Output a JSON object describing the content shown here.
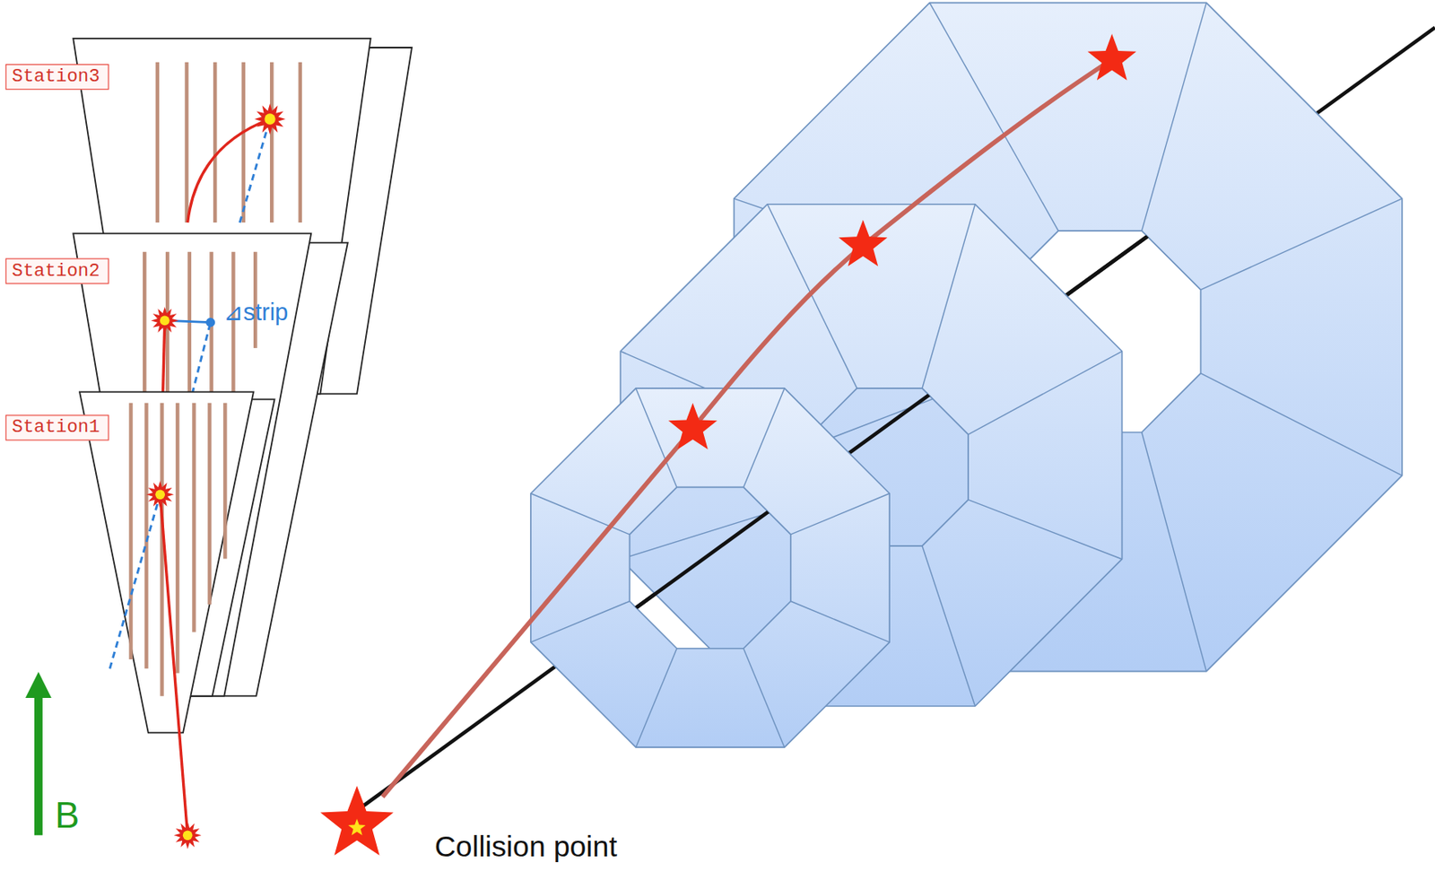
{
  "diagram": {
    "nodes": [
      {
        "text": [
          "Station3"
        ]
      },
      {
        "text": [
          "Station2"
        ]
      },
      {
        "text": [
          "Station1"
        ]
      }
    ],
    "labels": [
      "⊿strip",
      "B",
      "Collision point"
    ]
  }
}
